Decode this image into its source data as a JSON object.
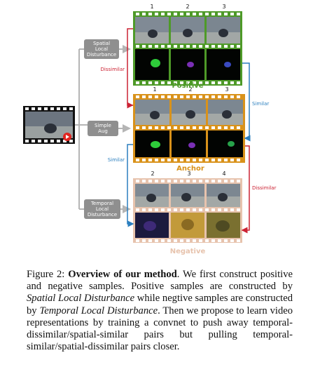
{
  "colors": {
    "positive": "#4e9a28",
    "anchor": "#d9921a",
    "negative": "#e7c3ad",
    "similar": "#2b7fbf",
    "dissimilar": "#cc2233",
    "box": "#8f8f8f",
    "arrow": "#b5b5b5",
    "play": "#e2241f"
  },
  "boxes": {
    "spatial": [
      "Spatial",
      "Local",
      "Disturbance"
    ],
    "simple": [
      "Simple",
      "Aug"
    ],
    "temporal": [
      "Temporal",
      "Local",
      "Disturbance"
    ]
  },
  "rows": {
    "positive": {
      "label": "Positive",
      "frames": [
        "1",
        "2",
        "3"
      ]
    },
    "anchor": {
      "label": "Anchor",
      "frames": [
        "1",
        "2",
        "3"
      ]
    },
    "negative": {
      "label": "Negative",
      "frames": [
        "2",
        "3",
        "4"
      ]
    }
  },
  "relations": {
    "dissimilar_top": "Dissimilar",
    "similar_right": "Similar",
    "similar_left": "Similar",
    "dissimilar_bottom": "Dissimilar"
  },
  "caption": {
    "figure_no": "Figure 2:",
    "title": "Overview of our method",
    "text1": ". We first construct positive and negative samples. Positive samples are constructed by ",
    "spatial": "Spatial Local Disturbance",
    "text2": " while negtive samples are constructed by ",
    "temporal": "Temporal Local Disturbance",
    "text3": ". Then we propose to learn video representations by training a convnet to push away temporal-dissimilar/spatial-similar pairs but pulling temporal-similar/spatial-dissimilar pairs closer."
  }
}
